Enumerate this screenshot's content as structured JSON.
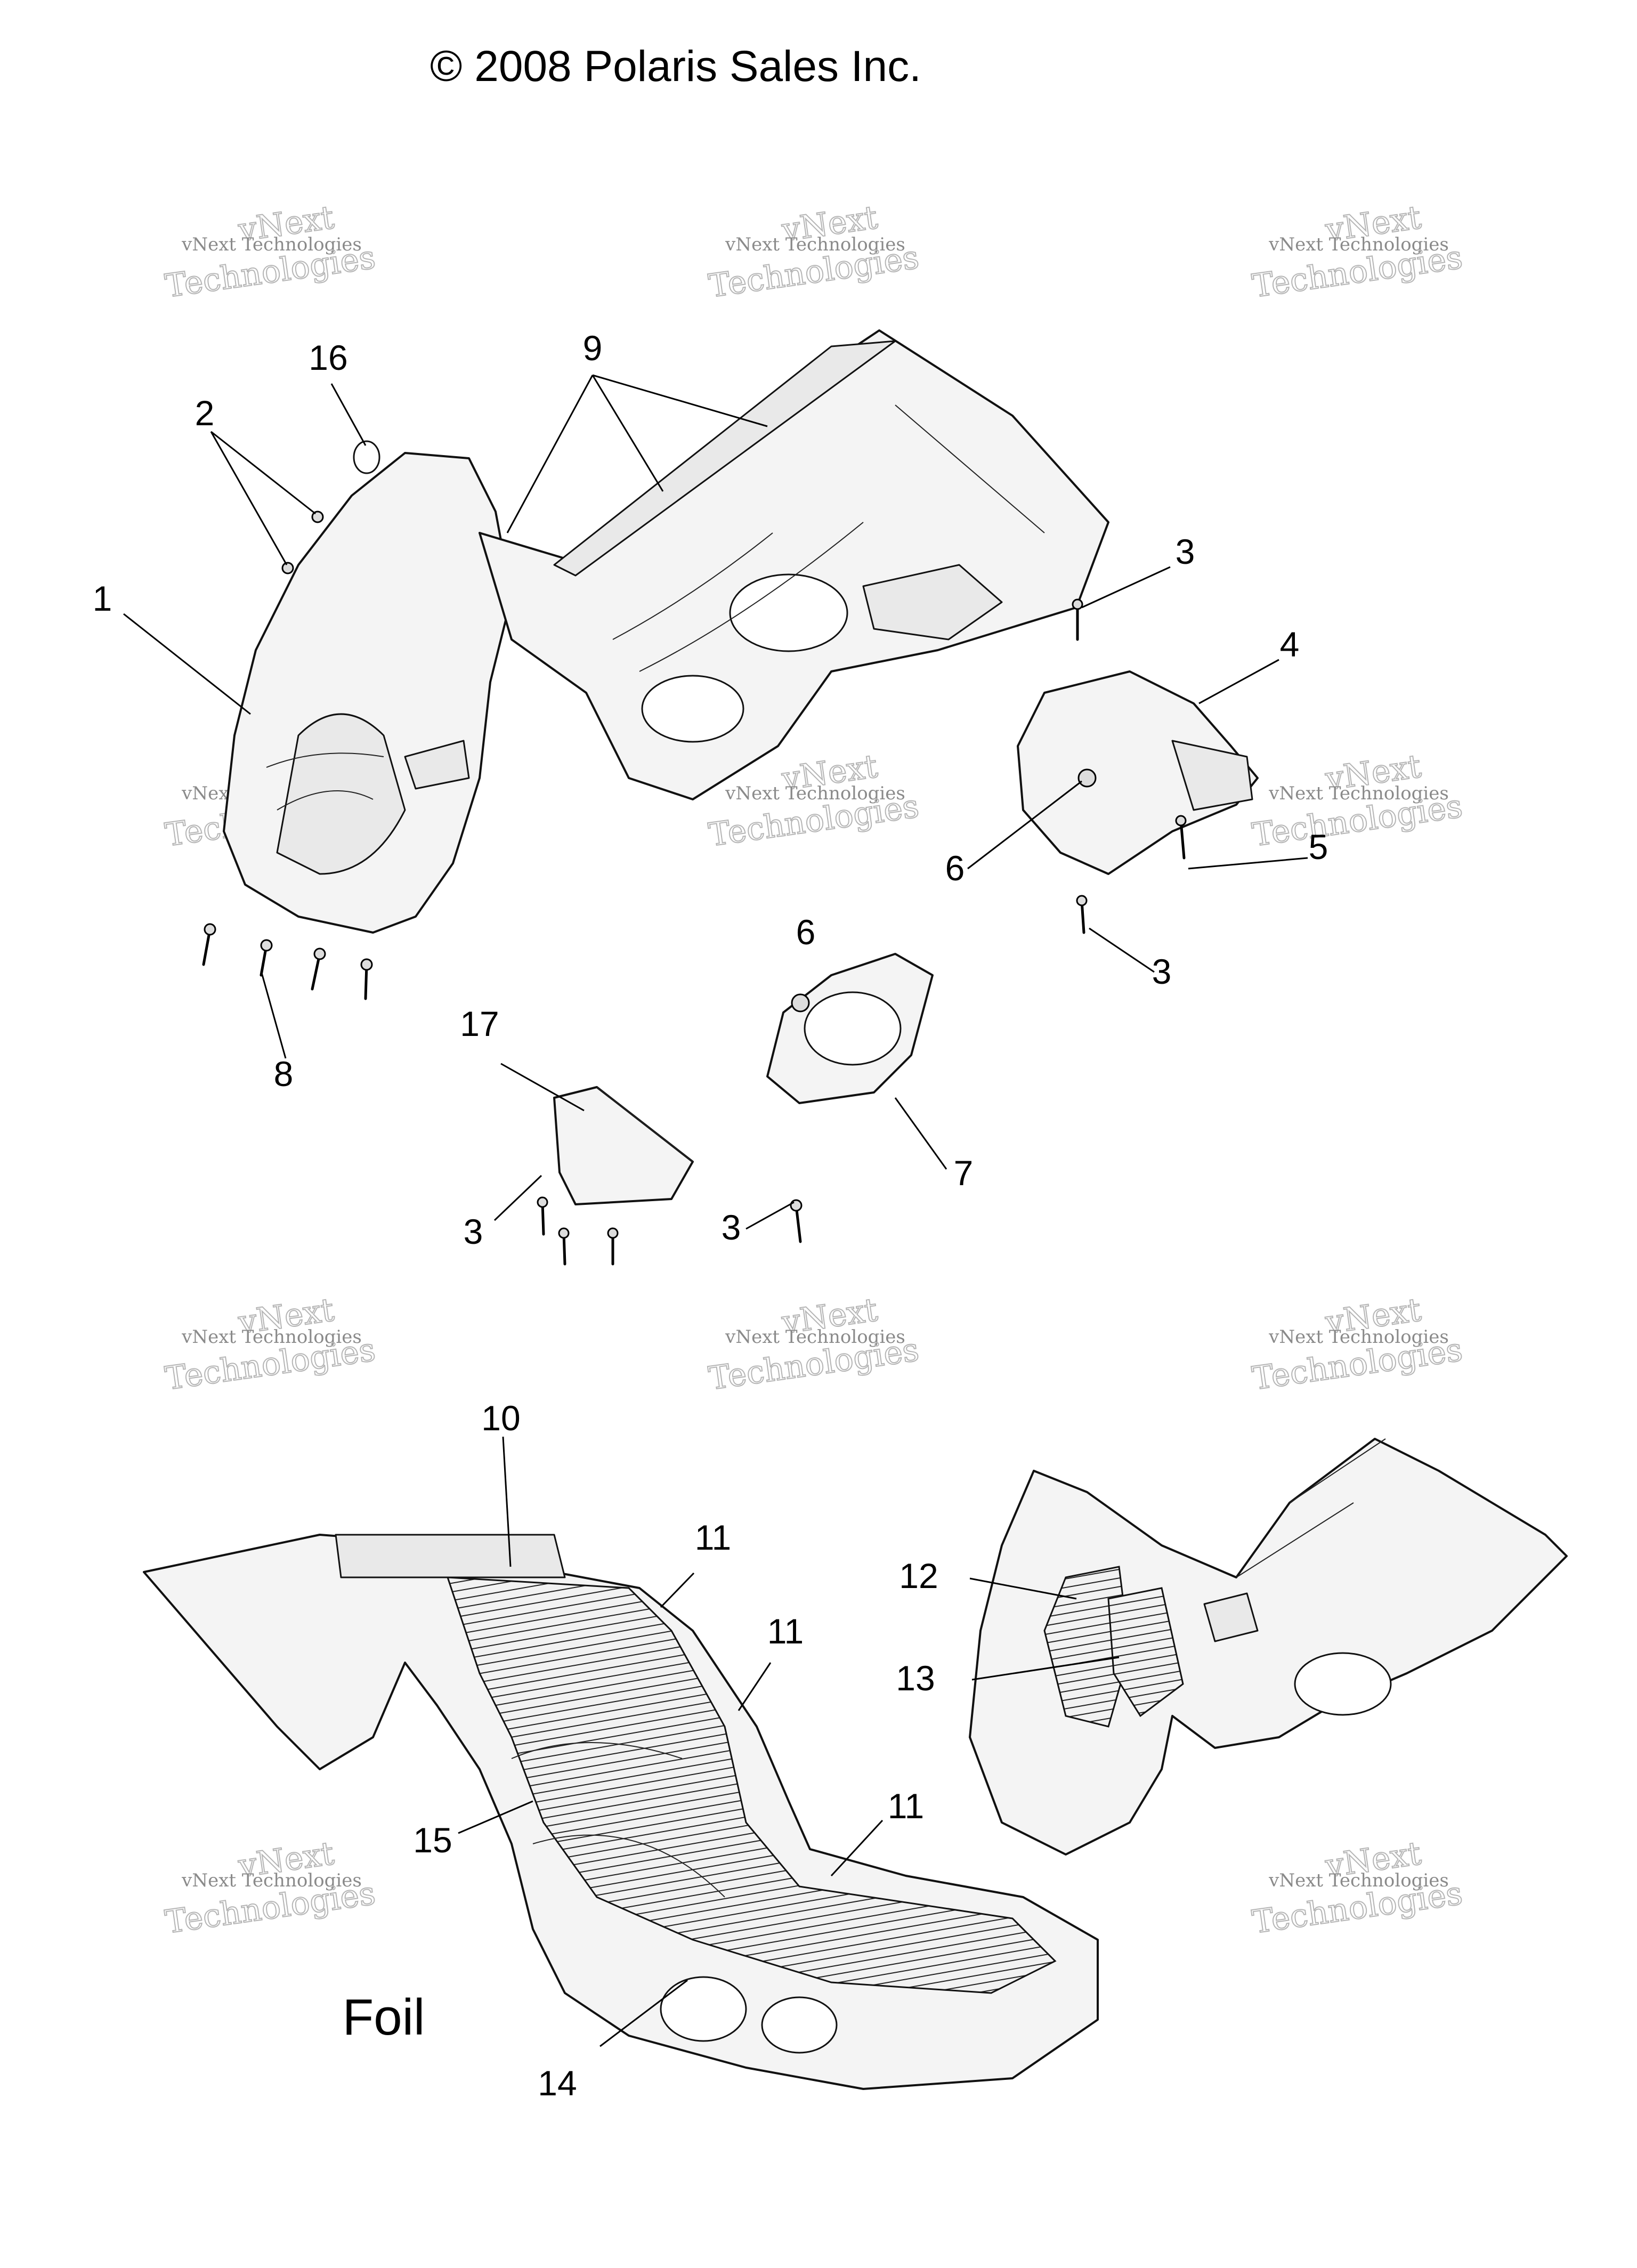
{
  "title": "© 2008 Polaris Sales Inc.",
  "section_label": "Foil",
  "watermark": {
    "line1": "vNext Technologies",
    "line2": "Technologies",
    "overlay": "vNext"
  },
  "callouts": [
    "1",
    "2",
    "3",
    "4",
    "5",
    "6",
    "7",
    "8",
    "9",
    "10",
    "11",
    "12",
    "13",
    "14",
    "15",
    "16",
    "17"
  ]
}
